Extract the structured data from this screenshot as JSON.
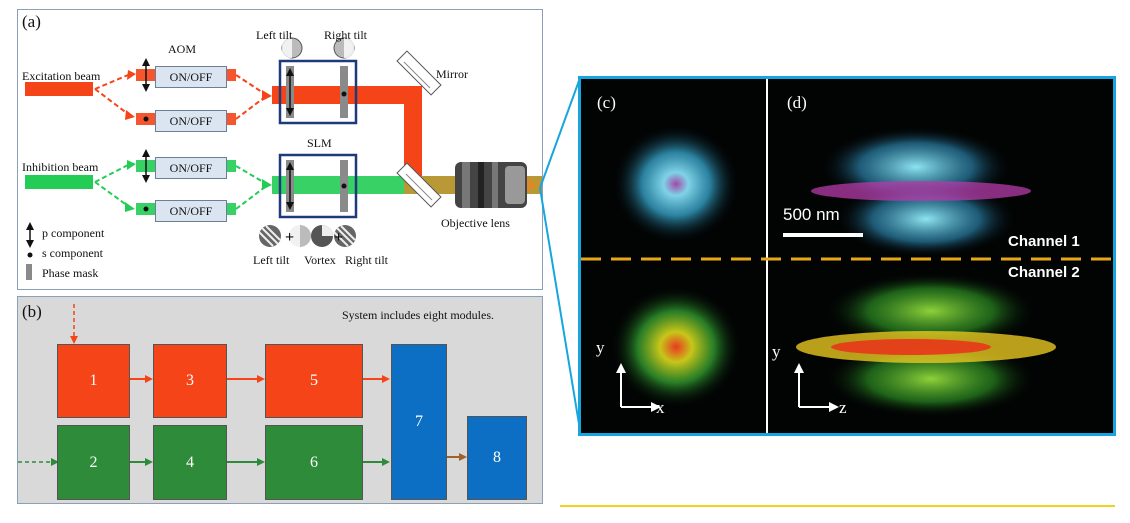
{
  "panel_a": {
    "label": "(a)",
    "aom": "AOM",
    "excitation_beam": "Excitation beam",
    "inhibition_beam": "Inhibition beam",
    "on_off": "ON/OFF",
    "slm": "SLM",
    "mirror": "Mirror",
    "objective_lens": "Objective lens",
    "left_tilt_top": "Left tilt",
    "right_tilt_top": "Right tilt",
    "left_tilt_bottom": "Left tilt",
    "vortex": "Vortex",
    "right_tilt_bottom": "Right tilt",
    "legend_p": "p component",
    "legend_s": "s component",
    "legend_phase": "Phase mask",
    "colors": {
      "excitation": "#f54417",
      "inhibition": "#22cc55",
      "box": "#dbe5f1",
      "slm_frame": "#1f3a7a"
    }
  },
  "panel_b": {
    "label": "(b)",
    "note": "System includes eight modules.",
    "modules": [
      "1",
      "2",
      "3",
      "4",
      "5",
      "6",
      "7",
      "8"
    ],
    "colors": {
      "red": "#f54417",
      "green": "#2e8b3a",
      "blue": "#0c6fc4",
      "bg": "#d9d9d9"
    }
  },
  "panel_c": {
    "label": "(c)",
    "axis_y": "y",
    "axis_x": "x"
  },
  "panel_d": {
    "label": "(d)",
    "scale_bar": "500 nm",
    "channel_1": "Channel 1",
    "channel_2": "Channel 2",
    "axis_y": "y",
    "axis_z": "z"
  }
}
